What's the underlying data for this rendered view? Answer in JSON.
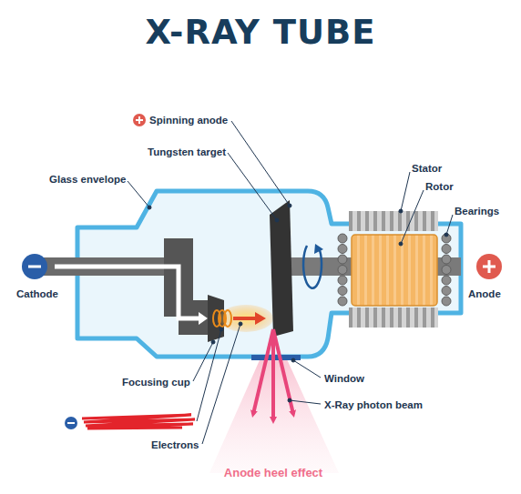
{
  "diagram": {
    "title": "X-RAY TUBE",
    "labels": [
      "Spinning anode",
      "Tungsten target",
      "Glass envelope",
      "Stator",
      "Rotor",
      "Bearings",
      "Cathode",
      "Anode",
      "Focusing cup",
      "Window",
      "X-Ray photon beam",
      "Electrons",
      "Anode heel effect"
    ]
  }
}
